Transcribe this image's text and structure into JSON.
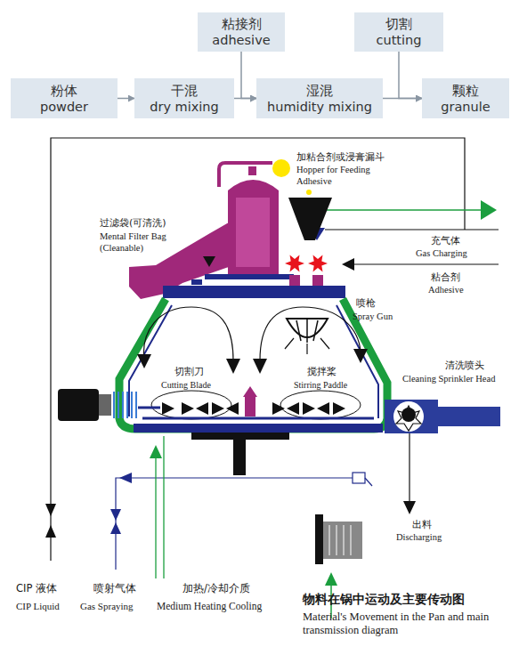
{
  "diagram": {
    "nodes": [
      {
        "text": [
          "粘接剂",
          "adhesive"
        ]
      },
      {
        "text": [
          "切割",
          "cutting"
        ]
      },
      {
        "text": [
          "粉体",
          "powder"
        ]
      },
      {
        "text": [
          "干混",
          "dry mixing"
        ]
      },
      {
        "text": [
          "湿混",
          "humidity mixing"
        ]
      },
      {
        "text": [
          "颗粒",
          "granule"
        ]
      }
    ],
    "edges": [
      {
        "from": 2,
        "to": 3,
        "arrow": "to"
      },
      {
        "from": 3,
        "to": 4,
        "arrow": "to"
      },
      {
        "from": 0,
        "to": 4,
        "arrow": "to"
      },
      {
        "from": 4,
        "to": 5,
        "arrow": "to"
      },
      {
        "from": 1,
        "to": 5,
        "arrow": "to"
      }
    ],
    "labels": [
      "加粘合剂或浸膏漏斗",
      "Hopper for Feeding Adhesive",
      "过滤袋(可清洗)",
      "Mental Filter Bag (Cleanable)",
      "充气体",
      "Gas Charging",
      "粘合剂",
      "Adhesive",
      "喷枪",
      "Spray Gun",
      "切割刀",
      "Cutting Blade",
      "搅拌桨",
      "Stirring Paddle",
      "清洗喷头",
      "Cleaning Sprinkler Head",
      "出料",
      "Discharging",
      "CIP 液体",
      "CIP Liquid",
      "喷射气体",
      "Gas Spraying",
      "加热/冷却介质",
      "Medium Heating Cooling",
      "物料在锅中运动及主要传动图",
      "Material's Movement in the Pan and main transmission diagram"
    ]
  }
}
